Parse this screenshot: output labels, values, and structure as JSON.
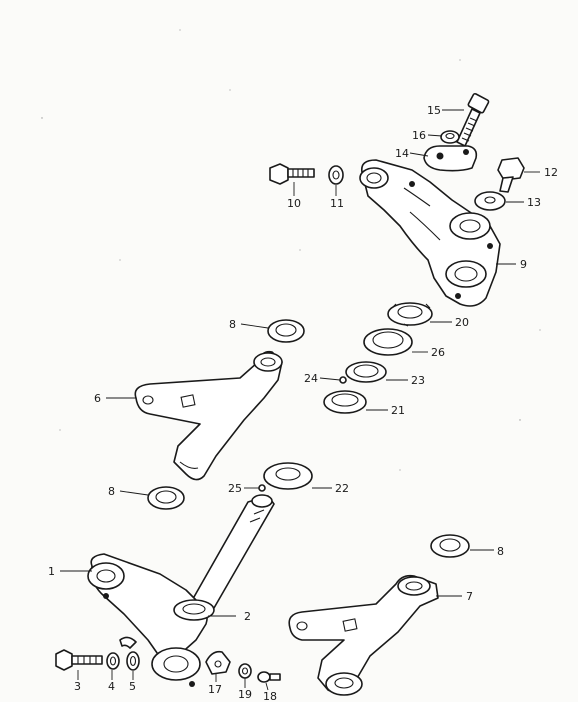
{
  "diagram": {
    "callouts": [
      {
        "id": "c1",
        "label": "1"
      },
      {
        "id": "c2",
        "label": "2"
      },
      {
        "id": "c3",
        "label": "3"
      },
      {
        "id": "c4",
        "label": "4"
      },
      {
        "id": "c5",
        "label": "5"
      },
      {
        "id": "c6",
        "label": "6"
      },
      {
        "id": "c7",
        "label": "7"
      },
      {
        "id": "c8a",
        "label": "8"
      },
      {
        "id": "c8b",
        "label": "8"
      },
      {
        "id": "c8c",
        "label": "8"
      },
      {
        "id": "c9",
        "label": "9"
      },
      {
        "id": "c10",
        "label": "10"
      },
      {
        "id": "c11",
        "label": "11"
      },
      {
        "id": "c12",
        "label": "12"
      },
      {
        "id": "c13",
        "label": "13"
      },
      {
        "id": "c14",
        "label": "14"
      },
      {
        "id": "c15",
        "label": "15"
      },
      {
        "id": "c16",
        "label": "16"
      },
      {
        "id": "c17",
        "label": "17"
      },
      {
        "id": "c18",
        "label": "18"
      },
      {
        "id": "c19",
        "label": "19"
      },
      {
        "id": "c20",
        "label": "20"
      },
      {
        "id": "c21",
        "label": "21"
      },
      {
        "id": "c22",
        "label": "22"
      },
      {
        "id": "c23",
        "label": "23"
      },
      {
        "id": "c24",
        "label": "24"
      },
      {
        "id": "c25",
        "label": "25"
      },
      {
        "id": "c26",
        "label": "26"
      }
    ],
    "colors": {
      "ink": "#1a1a1a",
      "paper": "#fbfbf9"
    }
  }
}
